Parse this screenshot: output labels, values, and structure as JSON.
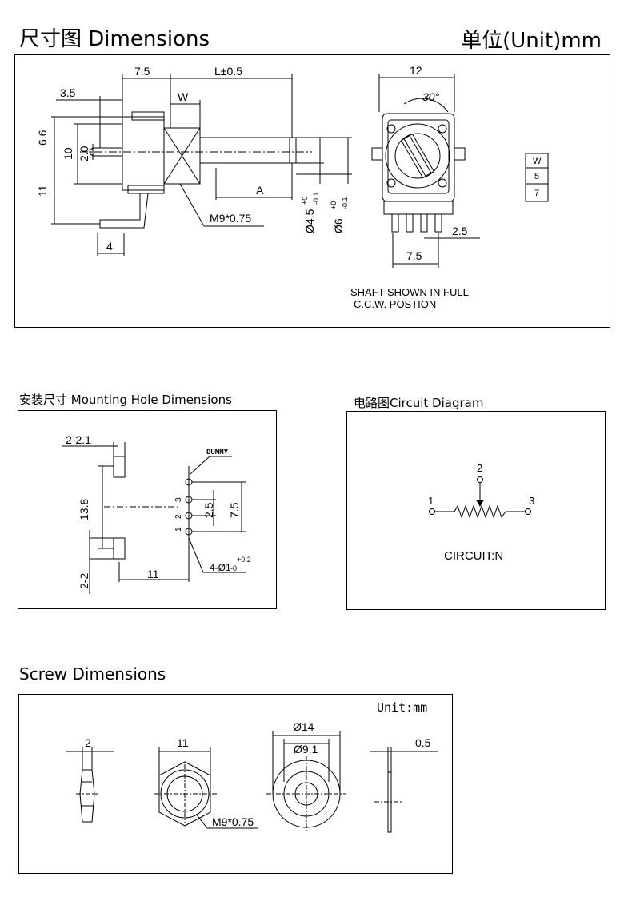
{
  "header": {
    "title": "尺寸图  Dimensions",
    "unit": "单位(Unit)mm"
  },
  "main_drawing": {
    "dims": {
      "d_7_5_top": "7.5",
      "d_L": "L±0.5",
      "d_W": "W",
      "d_3_5": "3.5",
      "d_6_6": "6.6",
      "d_10": "10",
      "d_2_0": "2.0",
      "d_11": "11",
      "d_4": "4",
      "d_A": "A",
      "d_thread": "M9*0.75",
      "d_shaft_45": "Ø4.5",
      "d_shaft_45_tol_up": "+0",
      "d_shaft_45_tol_dn": "-0.1",
      "d_shaft_6": "Ø6",
      "d_shaft_6_tol_up": "+0",
      "d_shaft_6_tol_dn": "-0.1",
      "d_12": "12",
      "d_30deg": "30°",
      "d_2_5": "2.5",
      "d_7_5_front": "7.5"
    },
    "table": [
      "W",
      "5",
      "7"
    ],
    "note_line1": "SHAFT SHOWN IN FULL",
    "note_line2": "C.C.W. POSTION"
  },
  "mounting": {
    "title": "安装尺寸  Mounting Hole Dimensions",
    "dummy": "DUMMY",
    "d_2_2_1": "2-2.1",
    "d_13_8": "13.8",
    "d_2_2": "2-2",
    "d_11": "11",
    "d_2_5": "2.5",
    "d_7_5": "7.5",
    "pin1": "1",
    "pin2": "2",
    "pin3": "3",
    "hole": "4-Ø1",
    "hole_tol_up": "+0.2",
    "hole_tol_dn": "-0"
  },
  "circuit": {
    "title": "电路图Circuit Diagram",
    "pin1": "1",
    "pin2": "2",
    "pin3": "3",
    "label": "CIRCUIT:N"
  },
  "screw": {
    "title": "Screw  Dimensions",
    "unit": "Unit:mm",
    "d_2": "2",
    "d_11": "11",
    "d_thread": "M9*0.75",
    "d_14": "Ø14",
    "d_9_1": "Ø9.1",
    "d_0_5": "0.5"
  }
}
